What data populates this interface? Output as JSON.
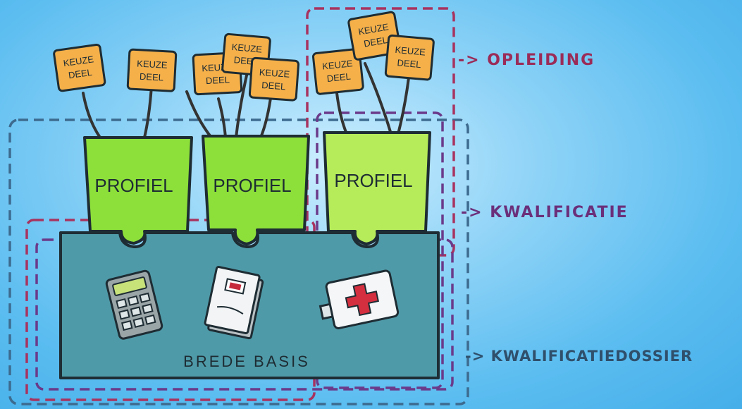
{
  "diagram": {
    "annotations": {
      "opleiding": "-> OPLEIDING",
      "kwalificatie": "-> KWALIFICATIE",
      "kwalificatiedossier": "-> KWALIFICATIEDOSSIER"
    },
    "profiles": [
      {
        "label": "PROFIEL"
      },
      {
        "label": "PROFIEL"
      },
      {
        "label": "PROFIEL"
      }
    ],
    "keuzedeel_signs": [
      {
        "line1": "KEUZE",
        "line2": "DEEL"
      },
      {
        "line1": "KEUZE",
        "line2": "DEEL"
      },
      {
        "line1": "KEUZE",
        "line2": "DEEL"
      },
      {
        "line1": "KEUZE",
        "line2": "DEEL"
      },
      {
        "line1": "KEUZE",
        "line2": "DEEL"
      },
      {
        "line1": "KEUZE",
        "line2": "DEEL"
      },
      {
        "line1": "KEUZE",
        "line2": "DEEL"
      },
      {
        "line1": "KEUZE",
        "line2": "DEEL"
      }
    ],
    "basis_label": "BREDE BASIS",
    "colors": {
      "dash_red": "#a8335f",
      "dash_purple": "#6b3a8a",
      "dash_blue": "#3d6b8f",
      "profile_green_a": "#8de03a",
      "profile_green_b": "#b6ec5a",
      "basis_teal": "#4f9aa8",
      "sign_orange": "#f5b04a"
    },
    "icons": [
      "calculator-icon",
      "book-icon",
      "first-aid-kit-icon"
    ]
  }
}
